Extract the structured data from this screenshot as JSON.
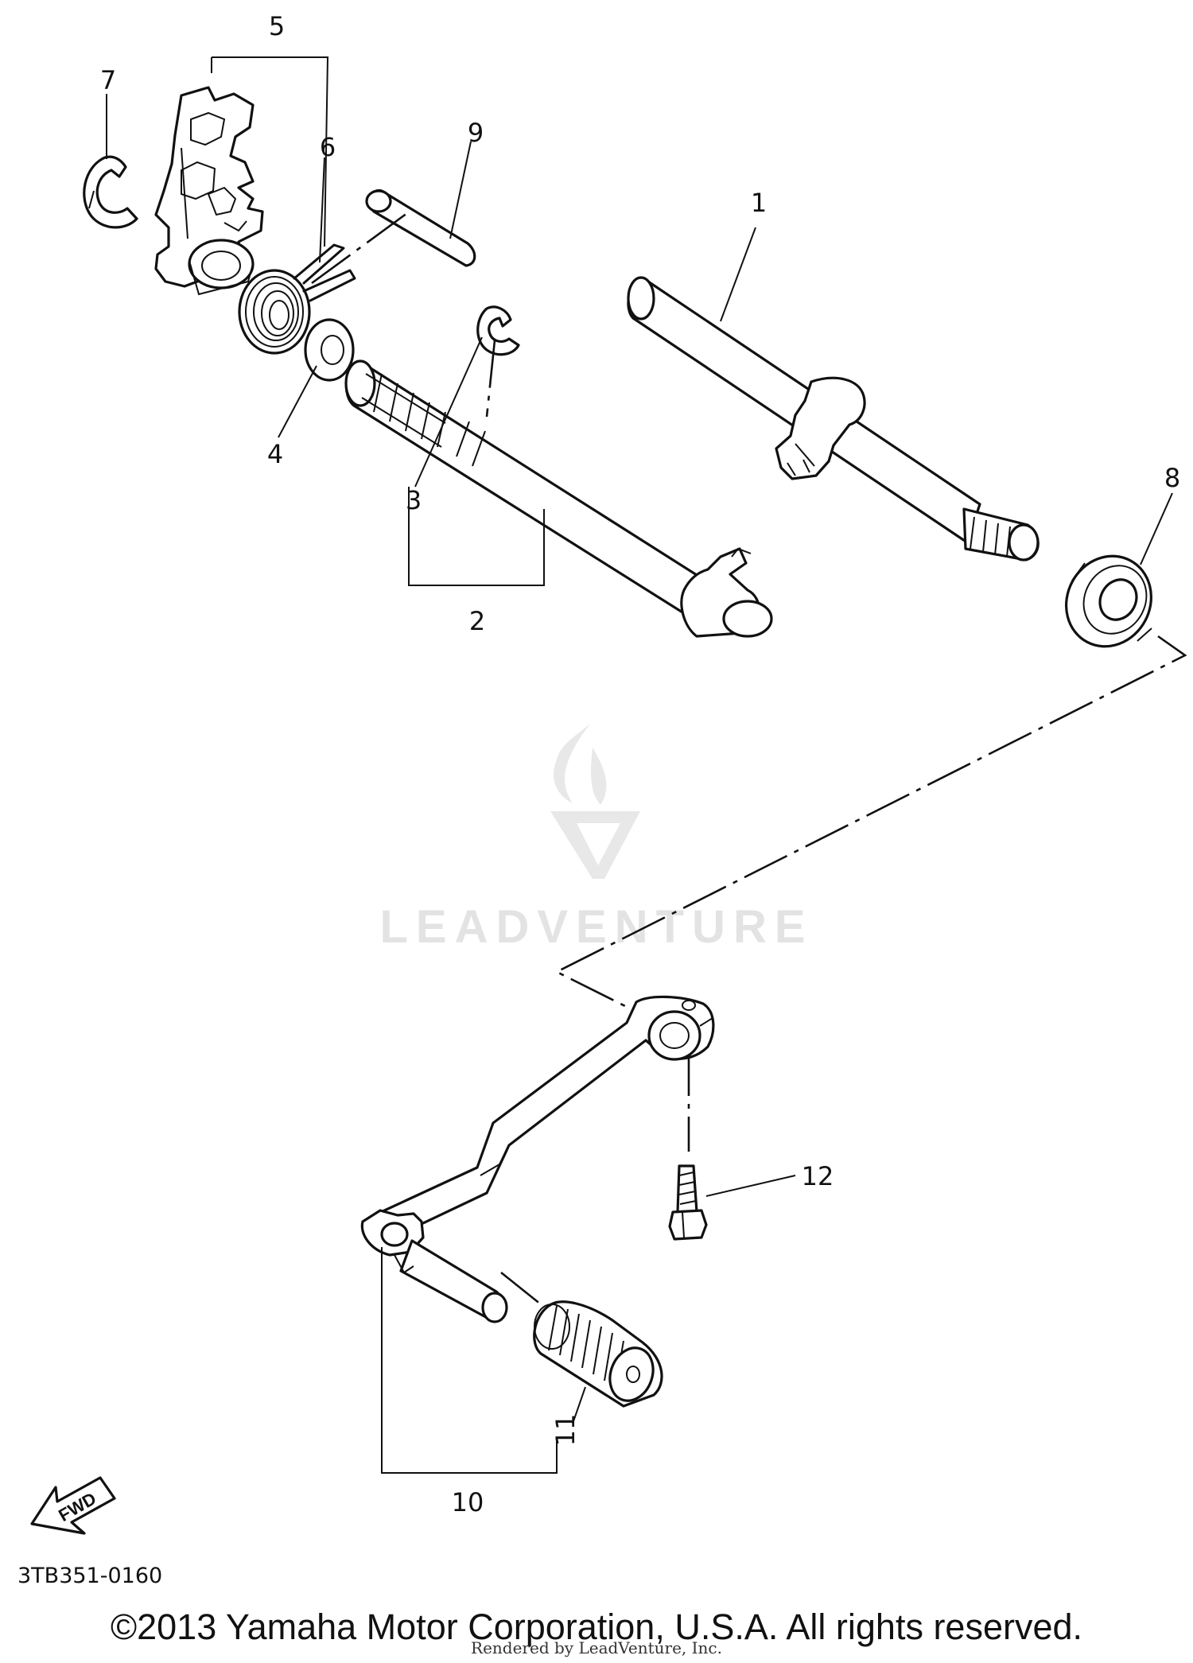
{
  "callouts": [
    {
      "id": "1",
      "label": "1"
    },
    {
      "id": "2",
      "label": "2"
    },
    {
      "id": "3",
      "label": "3"
    },
    {
      "id": "4",
      "label": "4"
    },
    {
      "id": "5",
      "label": "5"
    },
    {
      "id": "6",
      "label": "6"
    },
    {
      "id": "7",
      "label": "7"
    },
    {
      "id": "8",
      "label": "8"
    },
    {
      "id": "9",
      "label": "9"
    },
    {
      "id": "10",
      "label": "10"
    },
    {
      "id": "11",
      "label": "11"
    },
    {
      "id": "12",
      "label": "12"
    }
  ],
  "fwd_arrow": {
    "label": "FWD"
  },
  "watermark": {
    "text": "LEADVENTURE"
  },
  "footer": {
    "diagram_code": "3TB351-0160",
    "copyright": "©2013 Yamaha Motor Corporation, U.S.A. All rights reserved.",
    "rendered_by": "Rendered by LeadVenture, Inc."
  }
}
